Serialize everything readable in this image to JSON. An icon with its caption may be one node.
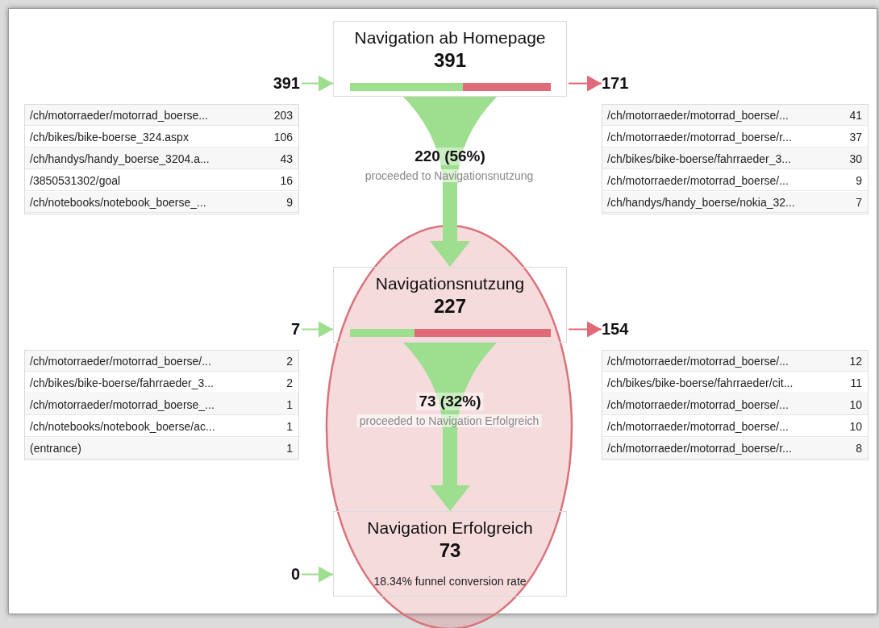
{
  "diagram": {
    "nodes": [
      {
        "text": [
          "Navigation ab Homepage",
          "391"
        ]
      },
      {
        "text": [
          "Navigationsnutzung",
          "227"
        ]
      },
      {
        "text": [
          "Navigation Erfolgreich",
          "73",
          "18.34% funnel conversion rate"
        ]
      },
      {
        "text": [
          "391"
        ]
      },
      {
        "text": [
          "171"
        ]
      },
      {
        "text": [
          "7"
        ]
      },
      {
        "text": [
          "154"
        ]
      },
      {
        "text": [
          "0"
        ]
      }
    ],
    "edges": [
      {
        "from": 3,
        "to": 0,
        "arrow": "to"
      },
      {
        "from": 0,
        "to": 4,
        "arrow": "to",
        "color": "#e06a78"
      },
      {
        "from": 0,
        "to": 1,
        "arrow": "to",
        "label": "220 (56%)",
        "style": "thick"
      },
      {
        "from": 5,
        "to": 1,
        "arrow": "to"
      },
      {
        "from": 1,
        "to": 6,
        "arrow": "to",
        "color": "#e06a78"
      },
      {
        "from": 1,
        "to": 2,
        "arrow": "to",
        "label": "73 (32%)",
        "style": "thick"
      },
      {
        "from": 7,
        "to": 2,
        "arrow": "to"
      }
    ],
    "labels": [
      "/ch/motorraeder/motorrad_boerse...",
      "203",
      "/ch/bikes/bike-boerse_324.aspx",
      "106",
      "/ch/handys/handy_boerse_3204.a...",
      "43",
      "/3850531302/goal",
      "16",
      "/ch/notebooks/notebook_boerse_...",
      "9",
      "/ch/motorraeder/motorrad_boerse/...",
      "41",
      "/ch/motorraeder/motorrad_boerse/r...",
      "37",
      "/ch/bikes/bike-boerse/fahrraeder_3...",
      "30",
      "/ch/motorraeder/motorrad_boerse/...",
      "9",
      "/ch/handys/handy_boerse/nokia_32...",
      "7",
      "proceeded to Navigationsnutzung",
      "/ch/motorraeder/motorrad_boerse/...",
      "2",
      "/ch/bikes/bike-boerse/fahrraeder_3...",
      "2",
      "/ch/motorraeder/motorrad_boerse_...",
      "1",
      "/ch/notebooks/notebook_boerse/ac...",
      "1",
      "(entrance)",
      "1",
      "/ch/motorraeder/motorrad_boerse/...",
      "12",
      "/ch/bikes/bike-boerse/fahrraeder/cit...",
      "11",
      "/ch/motorraeder/motorrad_boerse/...",
      "10",
      "/ch/motorraeder/motorrad_boerse/...",
      "10",
      "/ch/motorraeder/motorrad_boerse/r...",
      "8",
      "proceeded to Navigation Erfolgreich"
    ]
  }
}
